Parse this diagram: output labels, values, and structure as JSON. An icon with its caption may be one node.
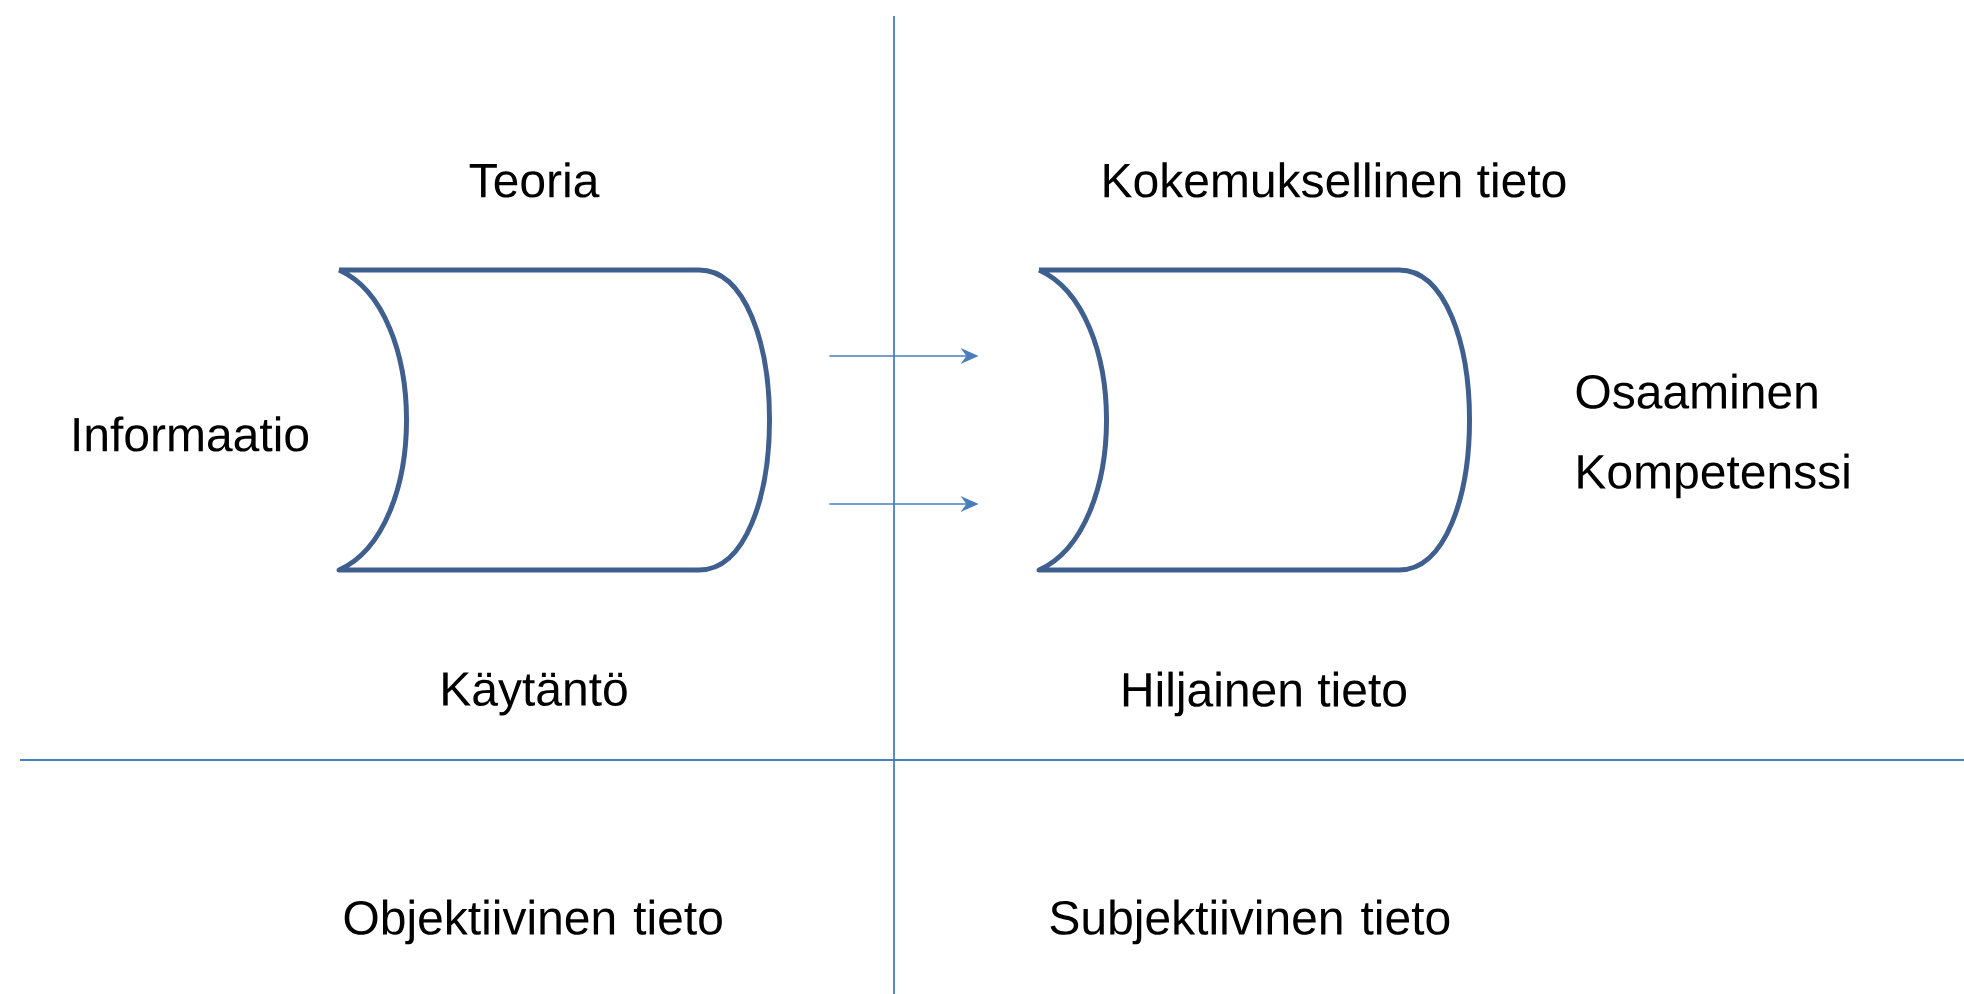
{
  "diagram": {
    "nodes": [
      {
        "text": [],
        "shape": "cylinder"
      },
      {
        "text": [],
        "shape": "cylinder"
      }
    ],
    "edges": [
      {
        "from": 0,
        "to": 1,
        "arrow": "to"
      },
      {
        "from": 0,
        "to": 1,
        "arrow": "to"
      }
    ],
    "labels": [
      "Teoria",
      "Kokemuksellinen tieto",
      "Informaatio",
      "Osaaminen Kompetenssi",
      "Käytäntö",
      "Hiljainen tieto",
      "Objektiivinen tieto",
      "Subjektiivinen tieto"
    ]
  }
}
